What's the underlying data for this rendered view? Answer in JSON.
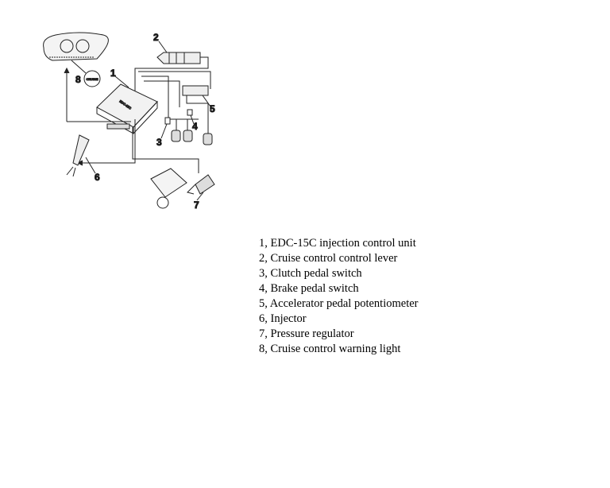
{
  "diagram": {
    "callouts": [
      "1",
      "2",
      "3",
      "4",
      "5",
      "6",
      "7",
      "8"
    ],
    "ecu_label": "EDC-15C",
    "warning_light_label": "CRUISE"
  },
  "legend": [
    "1, EDC-15C injection control unit",
    "2, Cruise control control lever",
    "3, Clutch pedal switch",
    "4, Brake pedal switch",
    "5, Accelerator pedal potentiometer",
    "6, Injector",
    "7, Pressure regulator",
    "8, Cruise control warning light"
  ]
}
